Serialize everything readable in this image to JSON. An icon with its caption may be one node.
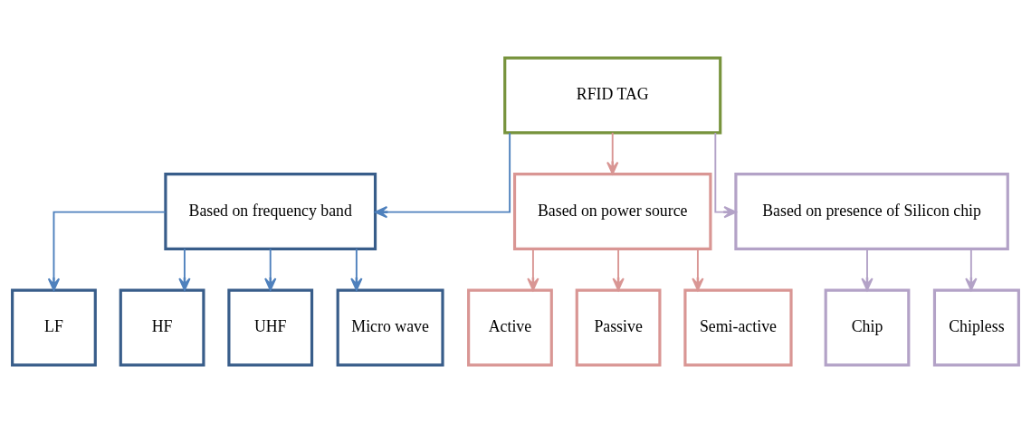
{
  "diagram": {
    "nodes": [
      {
        "text": [
          "RFID TAG"
        ]
      },
      {
        "text": [
          "Based on frequency band"
        ]
      },
      {
        "text": [
          "Based on power source"
        ]
      },
      {
        "text": [
          "Based on presence of Silicon chip"
        ]
      },
      {
        "text": [
          "LF"
        ]
      },
      {
        "text": [
          "HF"
        ]
      },
      {
        "text": [
          "UHF"
        ]
      },
      {
        "text": [
          "Micro wave"
        ]
      },
      {
        "text": [
          "Active"
        ]
      },
      {
        "text": [
          "Passive"
        ]
      },
      {
        "text": [
          "Semi-active"
        ]
      },
      {
        "text": [
          "Chip"
        ]
      },
      {
        "text": [
          "Chipless"
        ]
      }
    ],
    "edges": [
      {
        "from": 0,
        "to": 1,
        "arrow": "to",
        "color": "#4f81bd"
      },
      {
        "from": 0,
        "to": 2,
        "arrow": "to",
        "color": "#d99694"
      },
      {
        "from": 0,
        "to": 3,
        "arrow": "to",
        "color": "#b3a2c7"
      },
      {
        "from": 1,
        "to": 4,
        "arrow": "to",
        "color": "#4f81bd"
      },
      {
        "from": 1,
        "to": 5,
        "arrow": "to",
        "color": "#4f81bd"
      },
      {
        "from": 1,
        "to": 6,
        "arrow": "to",
        "color": "#4f81bd"
      },
      {
        "from": 1,
        "to": 7,
        "arrow": "to",
        "color": "#4f81bd"
      },
      {
        "from": 2,
        "to": 8,
        "arrow": "to",
        "color": "#d99694"
      },
      {
        "from": 2,
        "to": 9,
        "arrow": "to",
        "color": "#d99694"
      },
      {
        "from": 2,
        "to": 10,
        "arrow": "to",
        "color": "#d99694"
      },
      {
        "from": 3,
        "to": 11,
        "arrow": "to",
        "color": "#b3a2c7"
      },
      {
        "from": 3,
        "to": 12,
        "arrow": "to",
        "color": "#b3a2c7"
      }
    ]
  }
}
